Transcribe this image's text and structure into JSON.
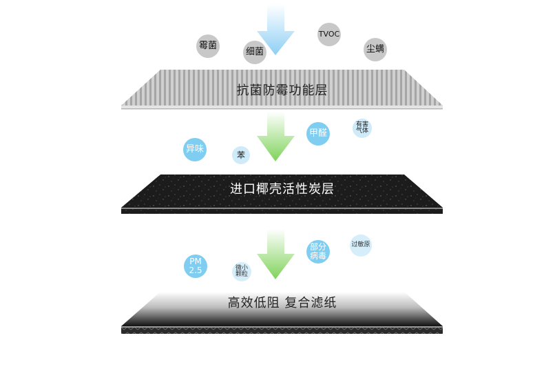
{
  "layers": [
    {
      "label": "抗菌防霉功能层"
    },
    {
      "label": "进口椰壳活性炭层"
    },
    {
      "label": "高效低阻 复合滤纸"
    }
  ],
  "pollutants": {
    "top": [
      "霉菌",
      "细菌",
      "TVOC",
      "尘螨"
    ],
    "middle": [
      "异味",
      "苯",
      "甲醛",
      "有害\n气体"
    ],
    "bottom": [
      "PM\n2.5",
      "微小\n颗粒",
      "部分\n病毒",
      "过敏原"
    ]
  },
  "colors": {
    "arrow_top": "#9fd3f5",
    "arrow_green": "#8ed86a",
    "bubble_gray": "#c8c8c8",
    "bubble_blue": "#7fcdf0",
    "carbon": "#1c1c1c"
  }
}
